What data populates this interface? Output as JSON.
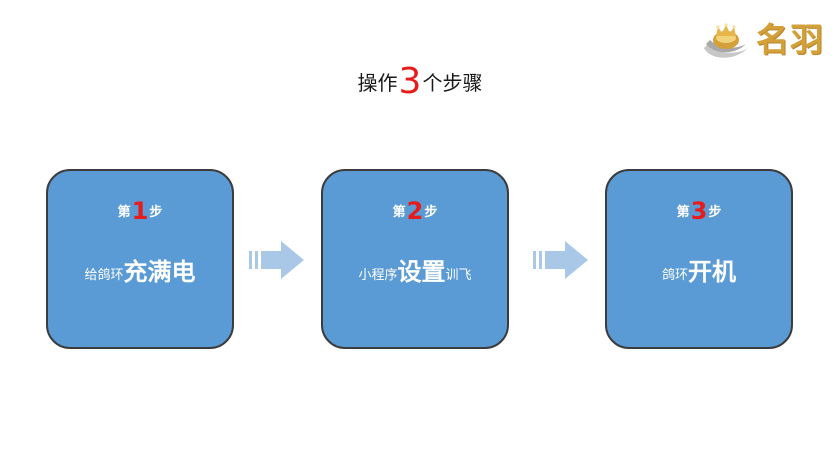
{
  "logo": {
    "text": "名羽",
    "icon": "crown-wing-logo"
  },
  "title": {
    "prefix": "操作",
    "number": "3",
    "suffix": "个步骤"
  },
  "steps": [
    {
      "label_prefix": "第",
      "number": "1",
      "label_suffix": "步",
      "action_small_before": "给鸽环",
      "action_big": "充满电",
      "action_small_after": ""
    },
    {
      "label_prefix": "第",
      "number": "2",
      "label_suffix": "步",
      "action_small_before": "小程序",
      "action_big": "设置",
      "action_small_after": "训飞"
    },
    {
      "label_prefix": "第",
      "number": "3",
      "label_suffix": "步",
      "action_small_before": "鸽环",
      "action_big": "开机",
      "action_small_after": ""
    }
  ],
  "colors": {
    "box_fill": "#5b9bd5",
    "box_border": "#3c3c3c",
    "number_red": "#e81b1b",
    "arrow_blue": "#a9c8e8",
    "logo_gold": "#d4a03a"
  }
}
